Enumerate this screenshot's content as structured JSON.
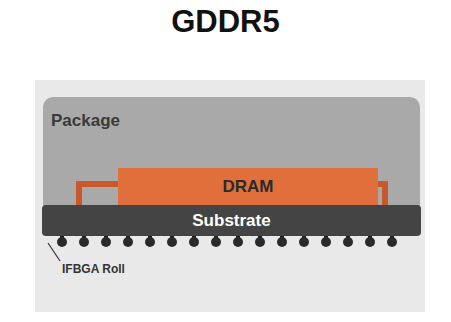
{
  "diagram": {
    "title": "GDDR5",
    "nodes": [
      {
        "text": [
          "Package"
        ]
      },
      {
        "text": [
          "DRAM"
        ],
        "in": 0
      },
      {
        "text": [
          "Substrate"
        ],
        "in": 0
      }
    ],
    "labels": [
      "IFBGA Roll"
    ]
  }
}
